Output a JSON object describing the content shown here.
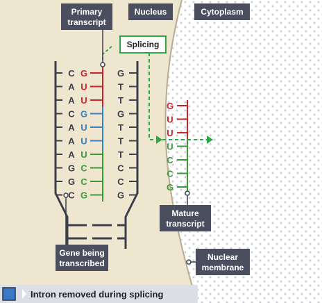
{
  "colors": {
    "nucleus_fill": "#efe6cf",
    "membrane_stroke": "#b8ad93",
    "cytoplasm_dot": "#cfd3d8",
    "strand": "#3b3f4c",
    "label_bg": "#4a4e5e",
    "red": "#cc2229",
    "blue": "#3a7fc1",
    "green": "#3a9a3a",
    "splice_green": "#2da844",
    "key_bg": "#dcdfe6",
    "key_swatch": "#3a78c8"
  },
  "labels": {
    "primary_transcript": [
      "Primary",
      "transcript"
    ],
    "nucleus": "Nucleus",
    "cytoplasm": "Cytoplasm",
    "splicing": "Splicing",
    "mature_transcript": [
      "Mature",
      "transcript"
    ],
    "gene_being_transcribed": [
      "Gene being",
      "transcribed"
    ],
    "nuclear_membrane": [
      "Nuclear",
      "membrane"
    ]
  },
  "dna_template": [
    "C",
    "A",
    "A",
    "C",
    "A",
    "A",
    "A",
    "G",
    "G",
    "C"
  ],
  "rna_primary": [
    {
      "base": "G",
      "color": "red"
    },
    {
      "base": "U",
      "color": "red"
    },
    {
      "base": "U",
      "color": "red"
    },
    {
      "base": "G",
      "color": "blue"
    },
    {
      "base": "U",
      "color": "blue"
    },
    {
      "base": "U",
      "color": "blue"
    },
    {
      "base": "U",
      "color": "green"
    },
    {
      "base": "C",
      "color": "green"
    },
    {
      "base": "C",
      "color": "green"
    },
    {
      "base": "G",
      "color": "green"
    }
  ],
  "dna_coding": [
    "G",
    "T",
    "T",
    "G",
    "T",
    "T",
    "T",
    "C",
    "C",
    "G"
  ],
  "mature": [
    {
      "base": "G",
      "color": "red"
    },
    {
      "base": "U",
      "color": "red"
    },
    {
      "base": "U",
      "color": "red"
    },
    {
      "base": "U",
      "color": "green"
    },
    {
      "base": "C",
      "color": "green"
    },
    {
      "base": "C",
      "color": "green"
    },
    {
      "base": "G",
      "color": "green"
    }
  ],
  "key": {
    "text": "Intron removed during splicing"
  }
}
